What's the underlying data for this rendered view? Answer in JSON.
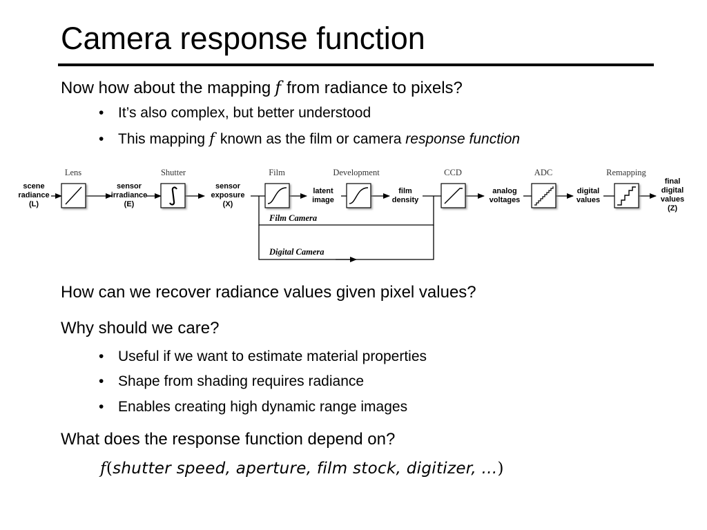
{
  "slide": {
    "title": "Camera response function",
    "q1": {
      "before": "Now how about the mapping",
      "symbol": "f",
      "after": "from radiance to pixels?"
    },
    "q1_bullets": [
      {
        "text": "It’s also complex, but better understood"
      },
      {
        "before": "This mapping",
        "symbol": "f",
        "after": "known as the film or camera",
        "emphasis": "response function"
      }
    ],
    "q2": "How can we recover radiance values given pixel values?",
    "q3": "Why should we care?",
    "q3_bullets": [
      "Useful if we want to estimate material properties",
      "Shape from shading requires radiance",
      "Enables creating high dynamic range images"
    ],
    "q4": "What does the response function depend on?",
    "formula": {
      "fn": "f",
      "open": "(",
      "args": "shutter speed, aperture, film stock, digitizer, ...",
      "close": ")"
    },
    "bullet_symbol": "•"
  },
  "diagram": {
    "blocks": [
      {
        "label": "Lens",
        "glyph": "diagonal"
      },
      {
        "label": "Shutter",
        "glyph": "integral"
      },
      {
        "label": "Film",
        "glyph": "s-curve"
      },
      {
        "label": "Development",
        "glyph": "s-curve"
      },
      {
        "label": "CCD",
        "glyph": "knee-line"
      },
      {
        "label": "ADC",
        "glyph": "staircase"
      },
      {
        "label": "Remapping",
        "glyph": "coarse-staircase"
      }
    ],
    "signals": [
      [
        "scene",
        "radiance",
        "(L)"
      ],
      [
        "sensor",
        "irradiance",
        "(E)"
      ],
      [
        "sensor",
        "exposure",
        "(X)"
      ],
      [
        "latent",
        "image"
      ],
      [
        "film",
        "density"
      ],
      [
        "analog",
        "voltages"
      ],
      [
        "digital",
        "values"
      ],
      [
        "final",
        "digital",
        "values",
        "(Z)"
      ]
    ],
    "paths": {
      "film": "Film Camera",
      "digital": "Digital Camera"
    }
  }
}
